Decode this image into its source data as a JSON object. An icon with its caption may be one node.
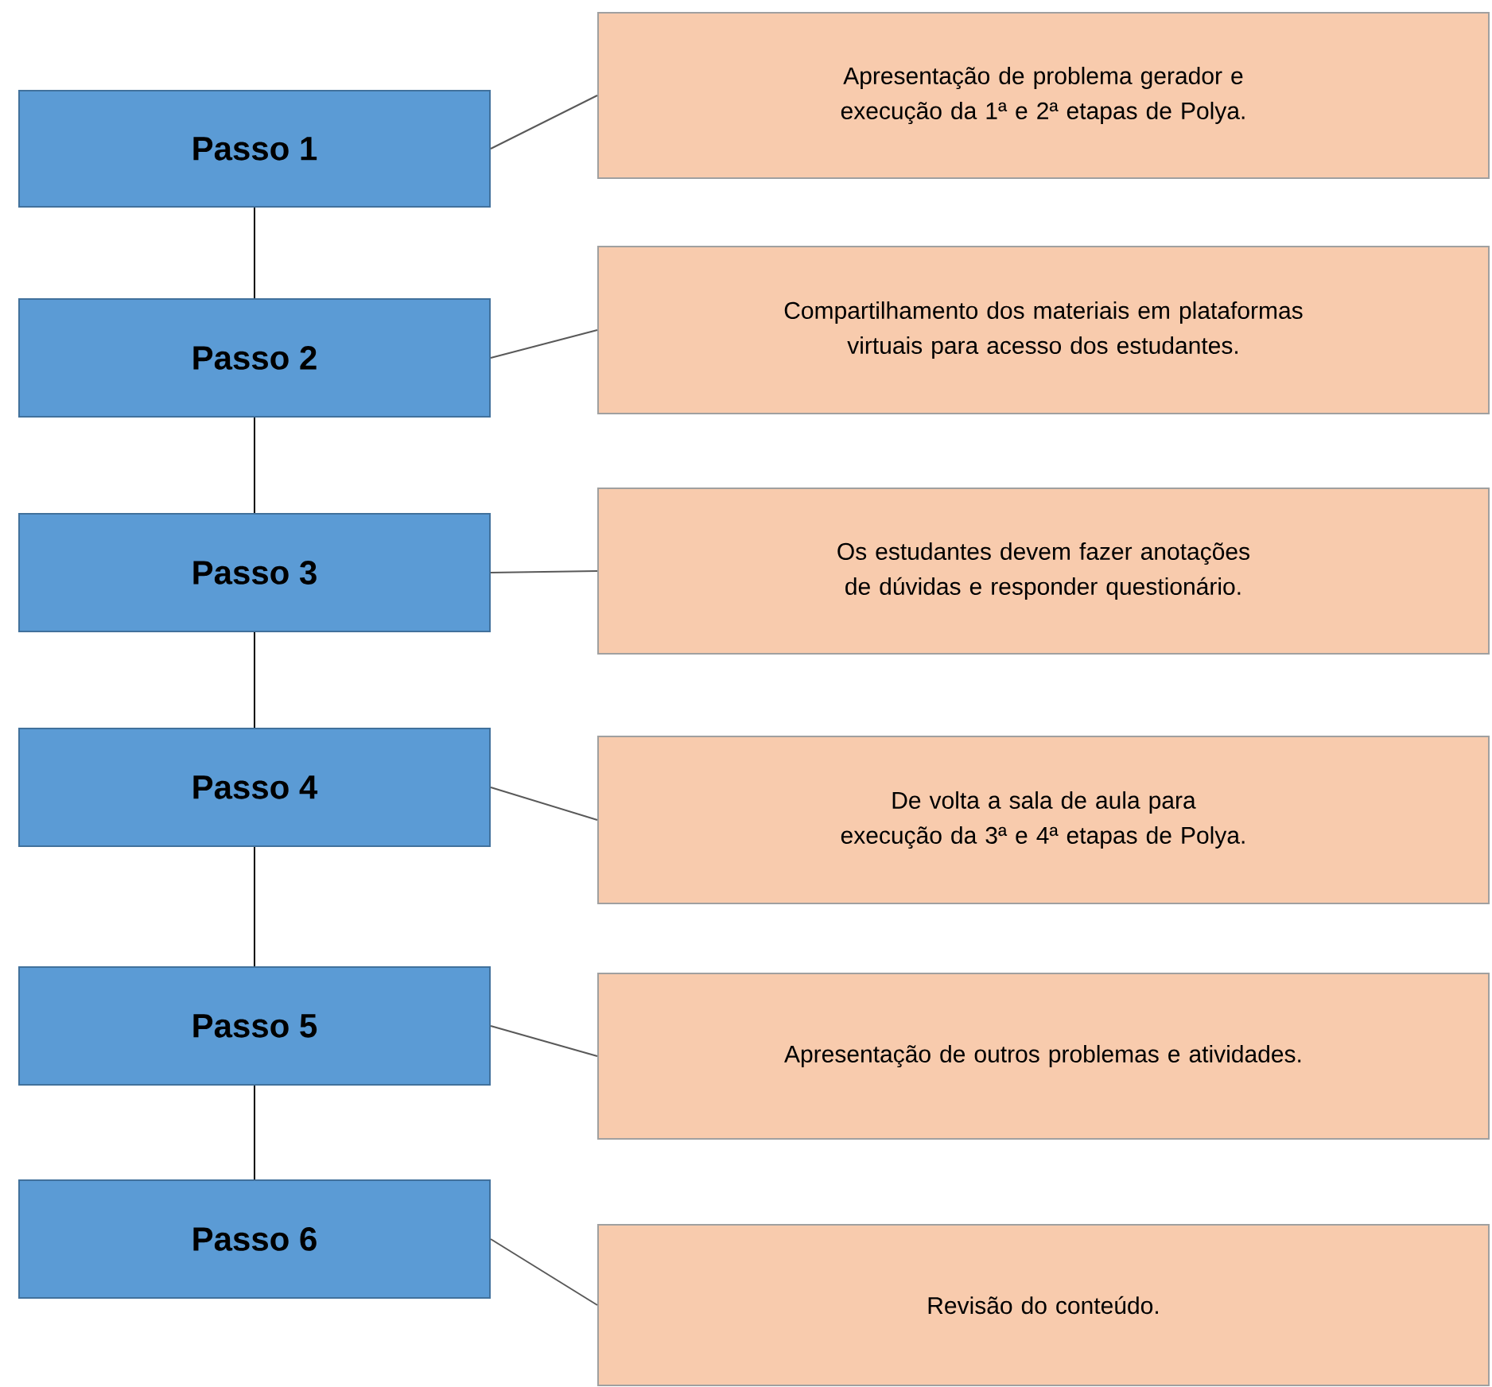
{
  "diagram": {
    "nodes": [
      {
        "text": [
          "Passo 1"
        ]
      },
      {
        "text": [
          "Apresentação de problema gerador e execução da 1ª e 2ª etapas de Polya."
        ]
      },
      {
        "text": [
          "Passo 2"
        ]
      },
      {
        "text": [
          "Compartilhamento dos materiais em plataformas virtuais para acesso dos estudantes."
        ]
      },
      {
        "text": [
          "Passo 3"
        ]
      },
      {
        "text": [
          "Os estudantes devem fazer anotações de dúvidas e responder questionário."
        ]
      },
      {
        "text": [
          "Passo 4"
        ]
      },
      {
        "text": [
          "De volta a sala de aula para execução da 3ª e 4ª etapas de Polya."
        ]
      },
      {
        "text": [
          "Passo 5"
        ]
      },
      {
        "text": [
          "Apresentação de outros problemas e atividades."
        ]
      },
      {
        "text": [
          "Passo 6"
        ]
      },
      {
        "text": [
          "Revisão do conteúdo."
        ]
      }
    ],
    "edges": [
      {
        "from": 0,
        "to": 1,
        "arrow": "none"
      },
      {
        "from": 2,
        "to": 3,
        "arrow": "none"
      },
      {
        "from": 4,
        "to": 5,
        "arrow": "none"
      },
      {
        "from": 6,
        "to": 7,
        "arrow": "none"
      },
      {
        "from": 8,
        "to": 9,
        "arrow": "none"
      },
      {
        "from": 10,
        "to": 11,
        "arrow": "none"
      },
      {
        "from": 0,
        "to": 2,
        "arrow": "none"
      },
      {
        "from": 2,
        "to": 4,
        "arrow": "none"
      },
      {
        "from": 4,
        "to": 6,
        "arrow": "none"
      },
      {
        "from": 6,
        "to": 8,
        "arrow": "none"
      },
      {
        "from": 8,
        "to": 10,
        "arrow": "none"
      }
    ]
  }
}
